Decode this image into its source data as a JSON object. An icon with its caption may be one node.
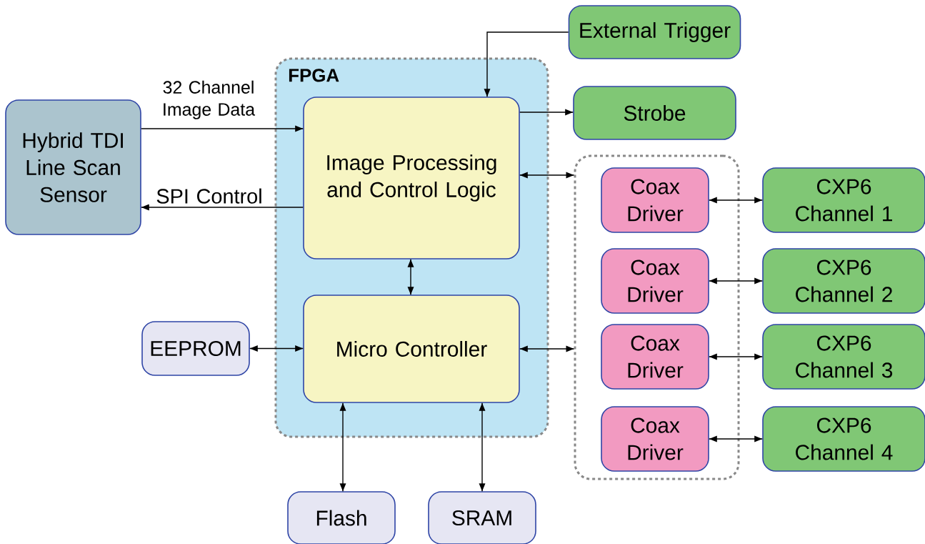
{
  "diagram": {
    "nodes": [
      {
        "text": [
          "Hybrid TDI Line Scan Sensor"
        ]
      },
      {
        "text": [
          "FPGA"
        ]
      },
      {
        "text": [
          "Image Processing and Control Logic"
        ],
        "in": 1
      },
      {
        "text": [
          "Micro Controller"
        ],
        "in": 1
      },
      {
        "text": [
          "External Trigger"
        ]
      },
      {
        "text": [
          "Strobe"
        ]
      },
      {
        "text": [],
        "shape": "box"
      },
      {
        "text": [
          "Coax Driver"
        ],
        "in": 6
      },
      {
        "text": [
          "Coax Driver"
        ],
        "in": 6
      },
      {
        "text": [
          "Coax Driver"
        ],
        "in": 6
      },
      {
        "text": [
          "Coax Driver"
        ],
        "in": 6
      },
      {
        "text": [
          "CXP6 Channel 1"
        ]
      },
      {
        "text": [
          "CXP6 Channel 2"
        ]
      },
      {
        "text": [
          "CXP6 Channel 3"
        ]
      },
      {
        "text": [
          "CXP6 Channel 4"
        ]
      },
      {
        "text": [
          "EEPROM"
        ]
      },
      {
        "text": [
          "Flash"
        ]
      },
      {
        "text": [
          "SRAM"
        ]
      }
    ],
    "edges": [
      {
        "from": 4,
        "to": 2,
        "arrow": "to"
      },
      {
        "from": 2,
        "to": 5,
        "arrow": "to"
      },
      {
        "from": 0,
        "to": 2,
        "arrow": "to",
        "label": "32 Channel Image Data"
      },
      {
        "from": 2,
        "to": 0,
        "arrow": "to",
        "label": "SPI Control"
      },
      {
        "from": 2,
        "to": 3,
        "arrow": "both"
      },
      {
        "from": 2,
        "to": 6,
        "arrow": "both"
      },
      {
        "from": 15,
        "to": 3,
        "arrow": "both"
      },
      {
        "from": 3,
        "to": 6,
        "arrow": "both"
      },
      {
        "from": 3,
        "to": 16,
        "arrow": "both"
      },
      {
        "from": 3,
        "to": 17,
        "arrow": "both"
      },
      {
        "from": 7,
        "to": 11,
        "arrow": "both"
      },
      {
        "from": 8,
        "to": 12,
        "arrow": "both"
      },
      {
        "from": 9,
        "to": 13,
        "arrow": "both"
      },
      {
        "from": 10,
        "to": 14,
        "arrow": "both"
      }
    ]
  }
}
